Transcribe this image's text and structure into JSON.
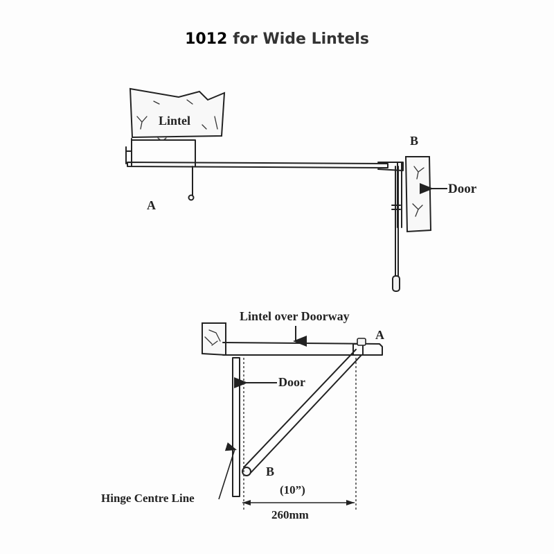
{
  "title": {
    "code": "1012",
    "text": "for Wide Lintels"
  },
  "top_view": {
    "lintel_label": "Lintel",
    "point_a": "A",
    "point_b": "B",
    "door_label": "Door"
  },
  "plan_view": {
    "lintel_label": "Lintel over Doorway",
    "point_a": "A",
    "point_b": "B",
    "door_label": "Door",
    "hinge_label": "Hinge Centre Line",
    "dim_inches": "(10”)",
    "dim_mm": "260mm"
  }
}
